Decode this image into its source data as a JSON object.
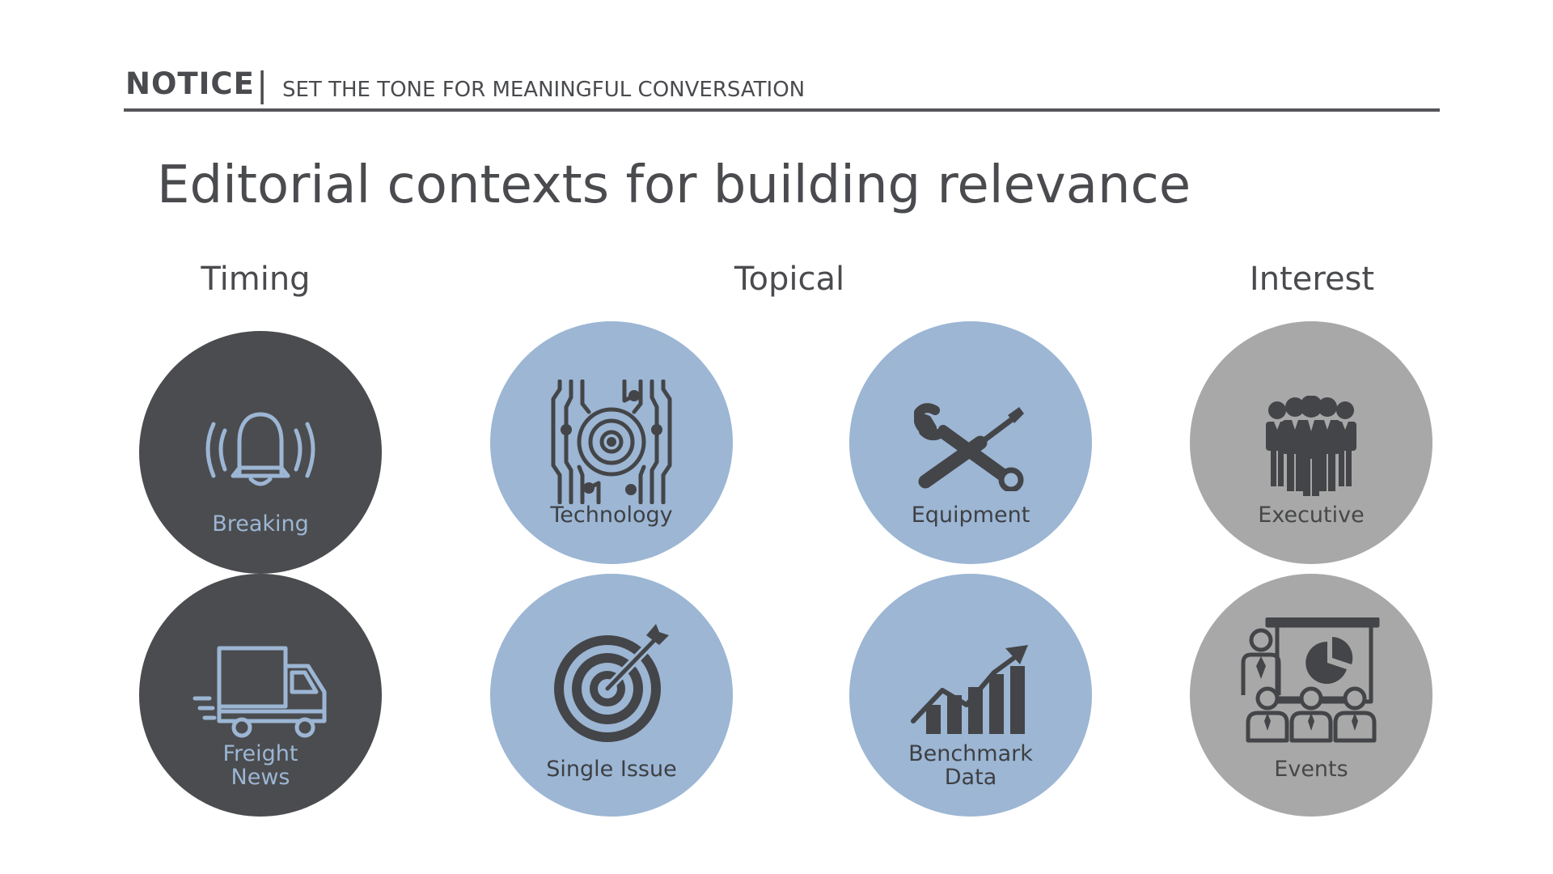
{
  "header": {
    "brand": "NOTICE",
    "separator": "|",
    "tagline": "SET THE TONE FOR MEANINGFUL CONVERSATION"
  },
  "title": "Editorial contexts for building relevance",
  "groups": {
    "timing": "Timing",
    "topical": "Topical",
    "interest": "Interest"
  },
  "items": {
    "breaking": {
      "line1": "Breaking",
      "icon": "alarm-bell-icon"
    },
    "freight_news": {
      "line1": "Freight",
      "line2": "News",
      "icon": "delivery-truck-icon"
    },
    "technology": {
      "line1": "Technology",
      "icon": "circuit-icon"
    },
    "single_issue": {
      "line1": "Single Issue",
      "icon": "target-dart-icon"
    },
    "equipment": {
      "line1": "Equipment",
      "icon": "tools-icon"
    },
    "benchmark_data": {
      "line1": "Benchmark",
      "line2": "Data",
      "icon": "growth-chart-icon"
    },
    "executive": {
      "line1": "Executive",
      "icon": "business-team-icon"
    },
    "events": {
      "line1": "Events",
      "icon": "presentation-icon"
    }
  },
  "colors": {
    "text": "#4a4b4e",
    "timing_fill": "#4b4c4f",
    "topical_fill": "#9cb6d4",
    "interest_fill": "#a8a8a8"
  }
}
